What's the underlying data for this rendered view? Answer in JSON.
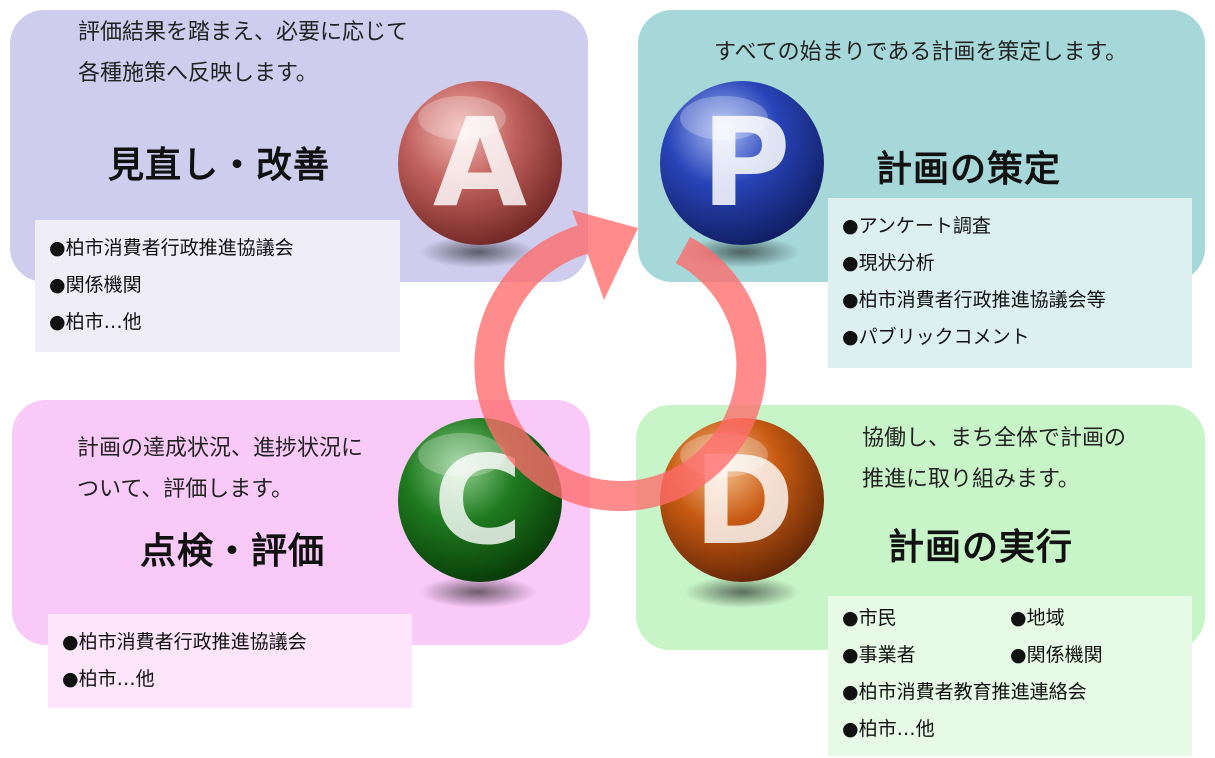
{
  "act": {
    "letter": "A",
    "desc_line1": "評価結果を踏まえ、必要に応じて",
    "desc_line2": "各種施策へ反映します。",
    "title": "見直し・改善",
    "items": [
      "●柏市消費者行政推進協議会",
      "●関係機関",
      "●柏市…他"
    ],
    "panel_color": "#cfcdee",
    "ball_color": "#c0605c"
  },
  "plan": {
    "letter": "P",
    "desc_line1": "すべての始まりである計画を策定します。",
    "title": "計画の策定",
    "items": [
      "●アンケート調査",
      "●現状分析",
      "●柏市消費者行政推進協議会等",
      "●パブリックコメント"
    ],
    "panel_color": "#a7d8d9",
    "ball_color": "#2844b8"
  },
  "check": {
    "letter": "C",
    "desc_line1": "計画の達成状況、進捗状況に",
    "desc_line2": "ついて、評価します。",
    "title": "点検・評価",
    "items": [
      "●柏市消費者行政推進協議会",
      "●柏市…他"
    ],
    "panel_color": "#f9c9f7",
    "ball_color": "#1f7a1f"
  },
  "do": {
    "letter": "D",
    "desc_line1": "協働し、まち全体で計画の",
    "desc_line2": "推進に取り組みます。",
    "title": "計画の実行",
    "items_row1": [
      "●市民",
      "●地域"
    ],
    "items_row2": [
      "●事業者",
      "●関係機関"
    ],
    "items_rest": [
      "●柏市消費者教育推進連絡会",
      "●柏市…他"
    ],
    "panel_color": "#c8f5c8",
    "ball_color": "#c85a12"
  },
  "cycle_arrow_color": "#ff6b6b"
}
